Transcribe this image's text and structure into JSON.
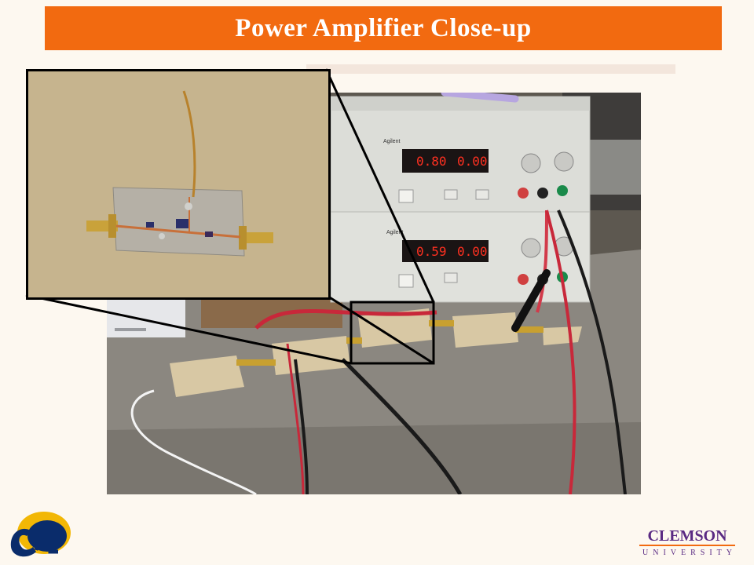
{
  "slide": {
    "title": "Power Amplifier Close-up"
  },
  "main_photo": {
    "supply_top": {
      "brand": "Agilent",
      "voltage_display": "0.80",
      "current_display": "0.00"
    },
    "supply_bottom": {
      "brand": "Agilent",
      "voltage_display": "0.59",
      "current_display": "0.00"
    }
  },
  "footer": {
    "clemson": "CLEMSON",
    "university": "UNIVERSITY"
  },
  "colors": {
    "title_bar": "#f26a10",
    "clemson_purple": "#5a2a83",
    "cal_blue": "#0a2c6b",
    "cal_gold": "#f2b705"
  }
}
